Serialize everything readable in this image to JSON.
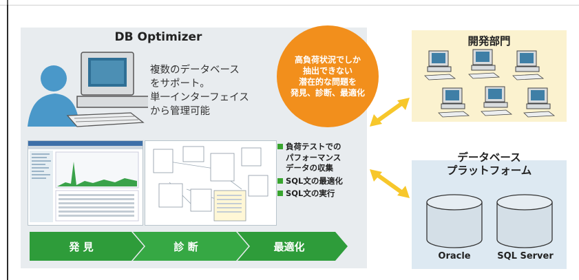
{
  "optimizer": {
    "title": "DB Optimizer",
    "description": [
      "複数のデータベース",
      "をサポート。",
      "単一インターフェイス",
      "から管理可能"
    ],
    "bubble": [
      "高負荷状況でしか",
      "抽出できない",
      "潜在的な問題を",
      "発見、診断、最適化"
    ],
    "features": [
      {
        "lines": [
          "負荷テストでの",
          "パフォーマンス",
          "データの収集"
        ]
      },
      {
        "lines": [
          "SQL文の最適化"
        ]
      },
      {
        "lines": [
          "SQL文の実行"
        ]
      }
    ],
    "steps": [
      "発 見",
      "診 断",
      "最適化"
    ]
  },
  "dev": {
    "title": "開発部門"
  },
  "database": {
    "title": [
      "データベース",
      "プラットフォーム"
    ],
    "engines": [
      "Oracle",
      "SQL Server"
    ]
  },
  "colors": {
    "orange": "#f28f1c",
    "green": "#39a52f",
    "arrow": "#f7c72b",
    "person": "#4a98c9",
    "panel_gray": "#e8ecef",
    "panel_yellow": "#fbf2cf",
    "panel_blue": "#dde9f2"
  }
}
